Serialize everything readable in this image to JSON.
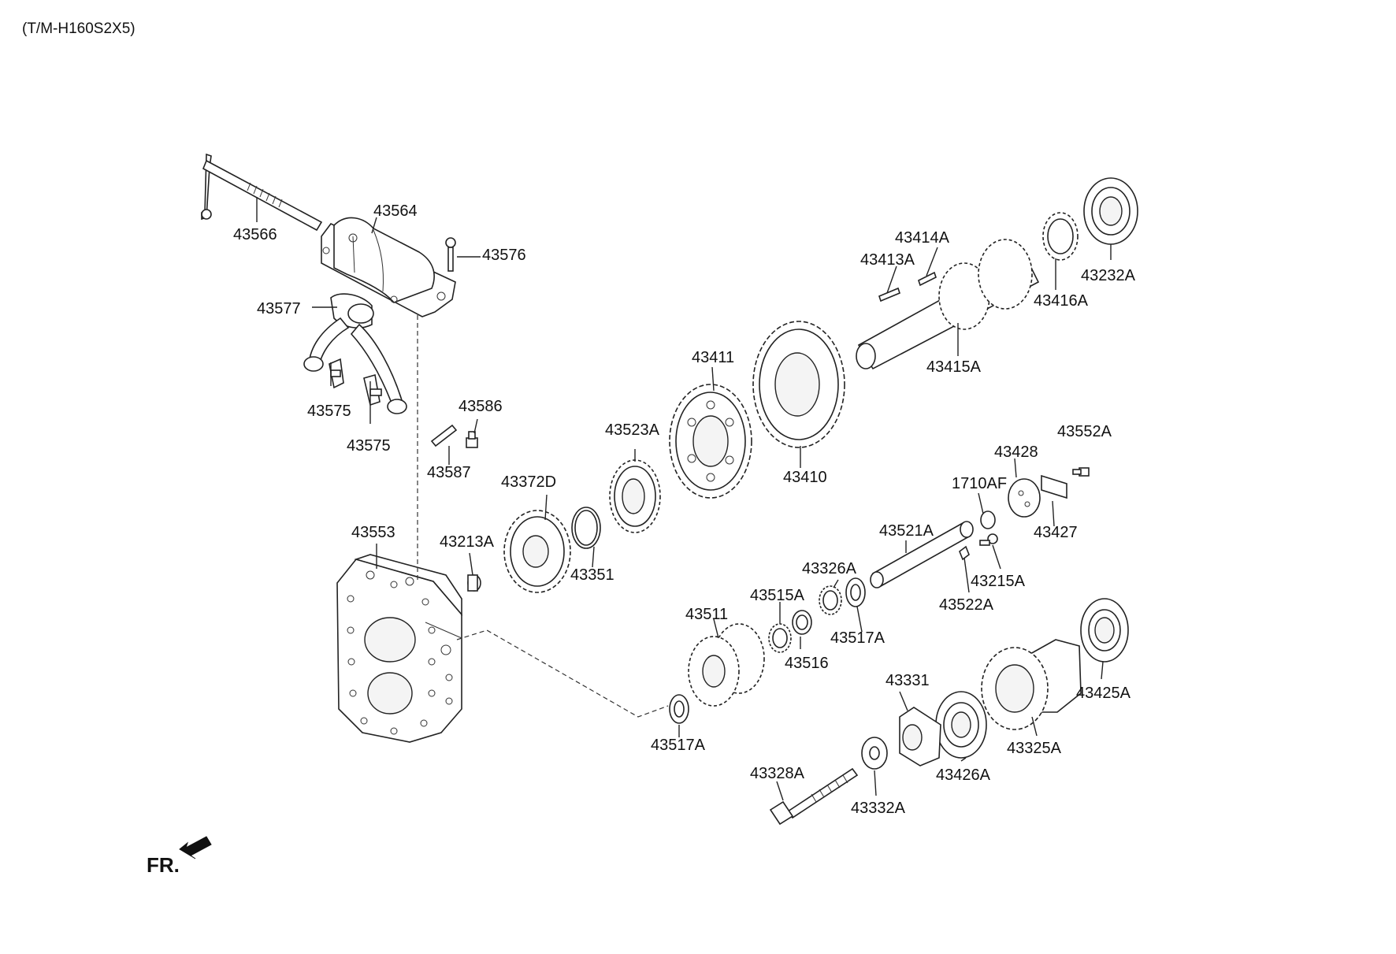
{
  "header": {
    "model_code": "(T/M-H160S2X5)"
  },
  "front_indicator": {
    "label": "FR.",
    "icon": "front-direction-arrow-icon"
  },
  "parts": [
    {
      "key": "43566",
      "label": "43566"
    },
    {
      "key": "43564",
      "label": "43564"
    },
    {
      "key": "43576",
      "label": "43576"
    },
    {
      "key": "43577",
      "label": "43577"
    },
    {
      "key": "43575a",
      "label": "43575"
    },
    {
      "key": "43575b",
      "label": "43575"
    },
    {
      "key": "43586",
      "label": "43586"
    },
    {
      "key": "43587",
      "label": "43587"
    },
    {
      "key": "43553",
      "label": "43553"
    },
    {
      "key": "43213A",
      "label": "43213A"
    },
    {
      "key": "43372D",
      "label": "43372D"
    },
    {
      "key": "43351",
      "label": "43351"
    },
    {
      "key": "43523A",
      "label": "43523A"
    },
    {
      "key": "43411",
      "label": "43411"
    },
    {
      "key": "43410",
      "label": "43410"
    },
    {
      "key": "43413A",
      "label": "43413A"
    },
    {
      "key": "43414A",
      "label": "43414A"
    },
    {
      "key": "43415A",
      "label": "43415A"
    },
    {
      "key": "43416A",
      "label": "43416A"
    },
    {
      "key": "43232A",
      "label": "43232A"
    },
    {
      "key": "43428",
      "label": "43428"
    },
    {
      "key": "43552A",
      "label": "43552A"
    },
    {
      "key": "1710AF",
      "label": "1710AF"
    },
    {
      "key": "43427",
      "label": "43427"
    },
    {
      "key": "43521A",
      "label": "43521A"
    },
    {
      "key": "43215A",
      "label": "43215A"
    },
    {
      "key": "43522A",
      "label": "43522A"
    },
    {
      "key": "43326A",
      "label": "43326A"
    },
    {
      "key": "43515A",
      "label": "43515A"
    },
    {
      "key": "43511",
      "label": "43511"
    },
    {
      "key": "43516",
      "label": "43516"
    },
    {
      "key": "43517A_a",
      "label": "43517A"
    },
    {
      "key": "43517A_b",
      "label": "43517A"
    },
    {
      "key": "43331",
      "label": "43331"
    },
    {
      "key": "43425A",
      "label": "43425A"
    },
    {
      "key": "43325A",
      "label": "43325A"
    },
    {
      "key": "43426A",
      "label": "43426A"
    },
    {
      "key": "43328A",
      "label": "43328A"
    },
    {
      "key": "43332A",
      "label": "43332A"
    }
  ]
}
